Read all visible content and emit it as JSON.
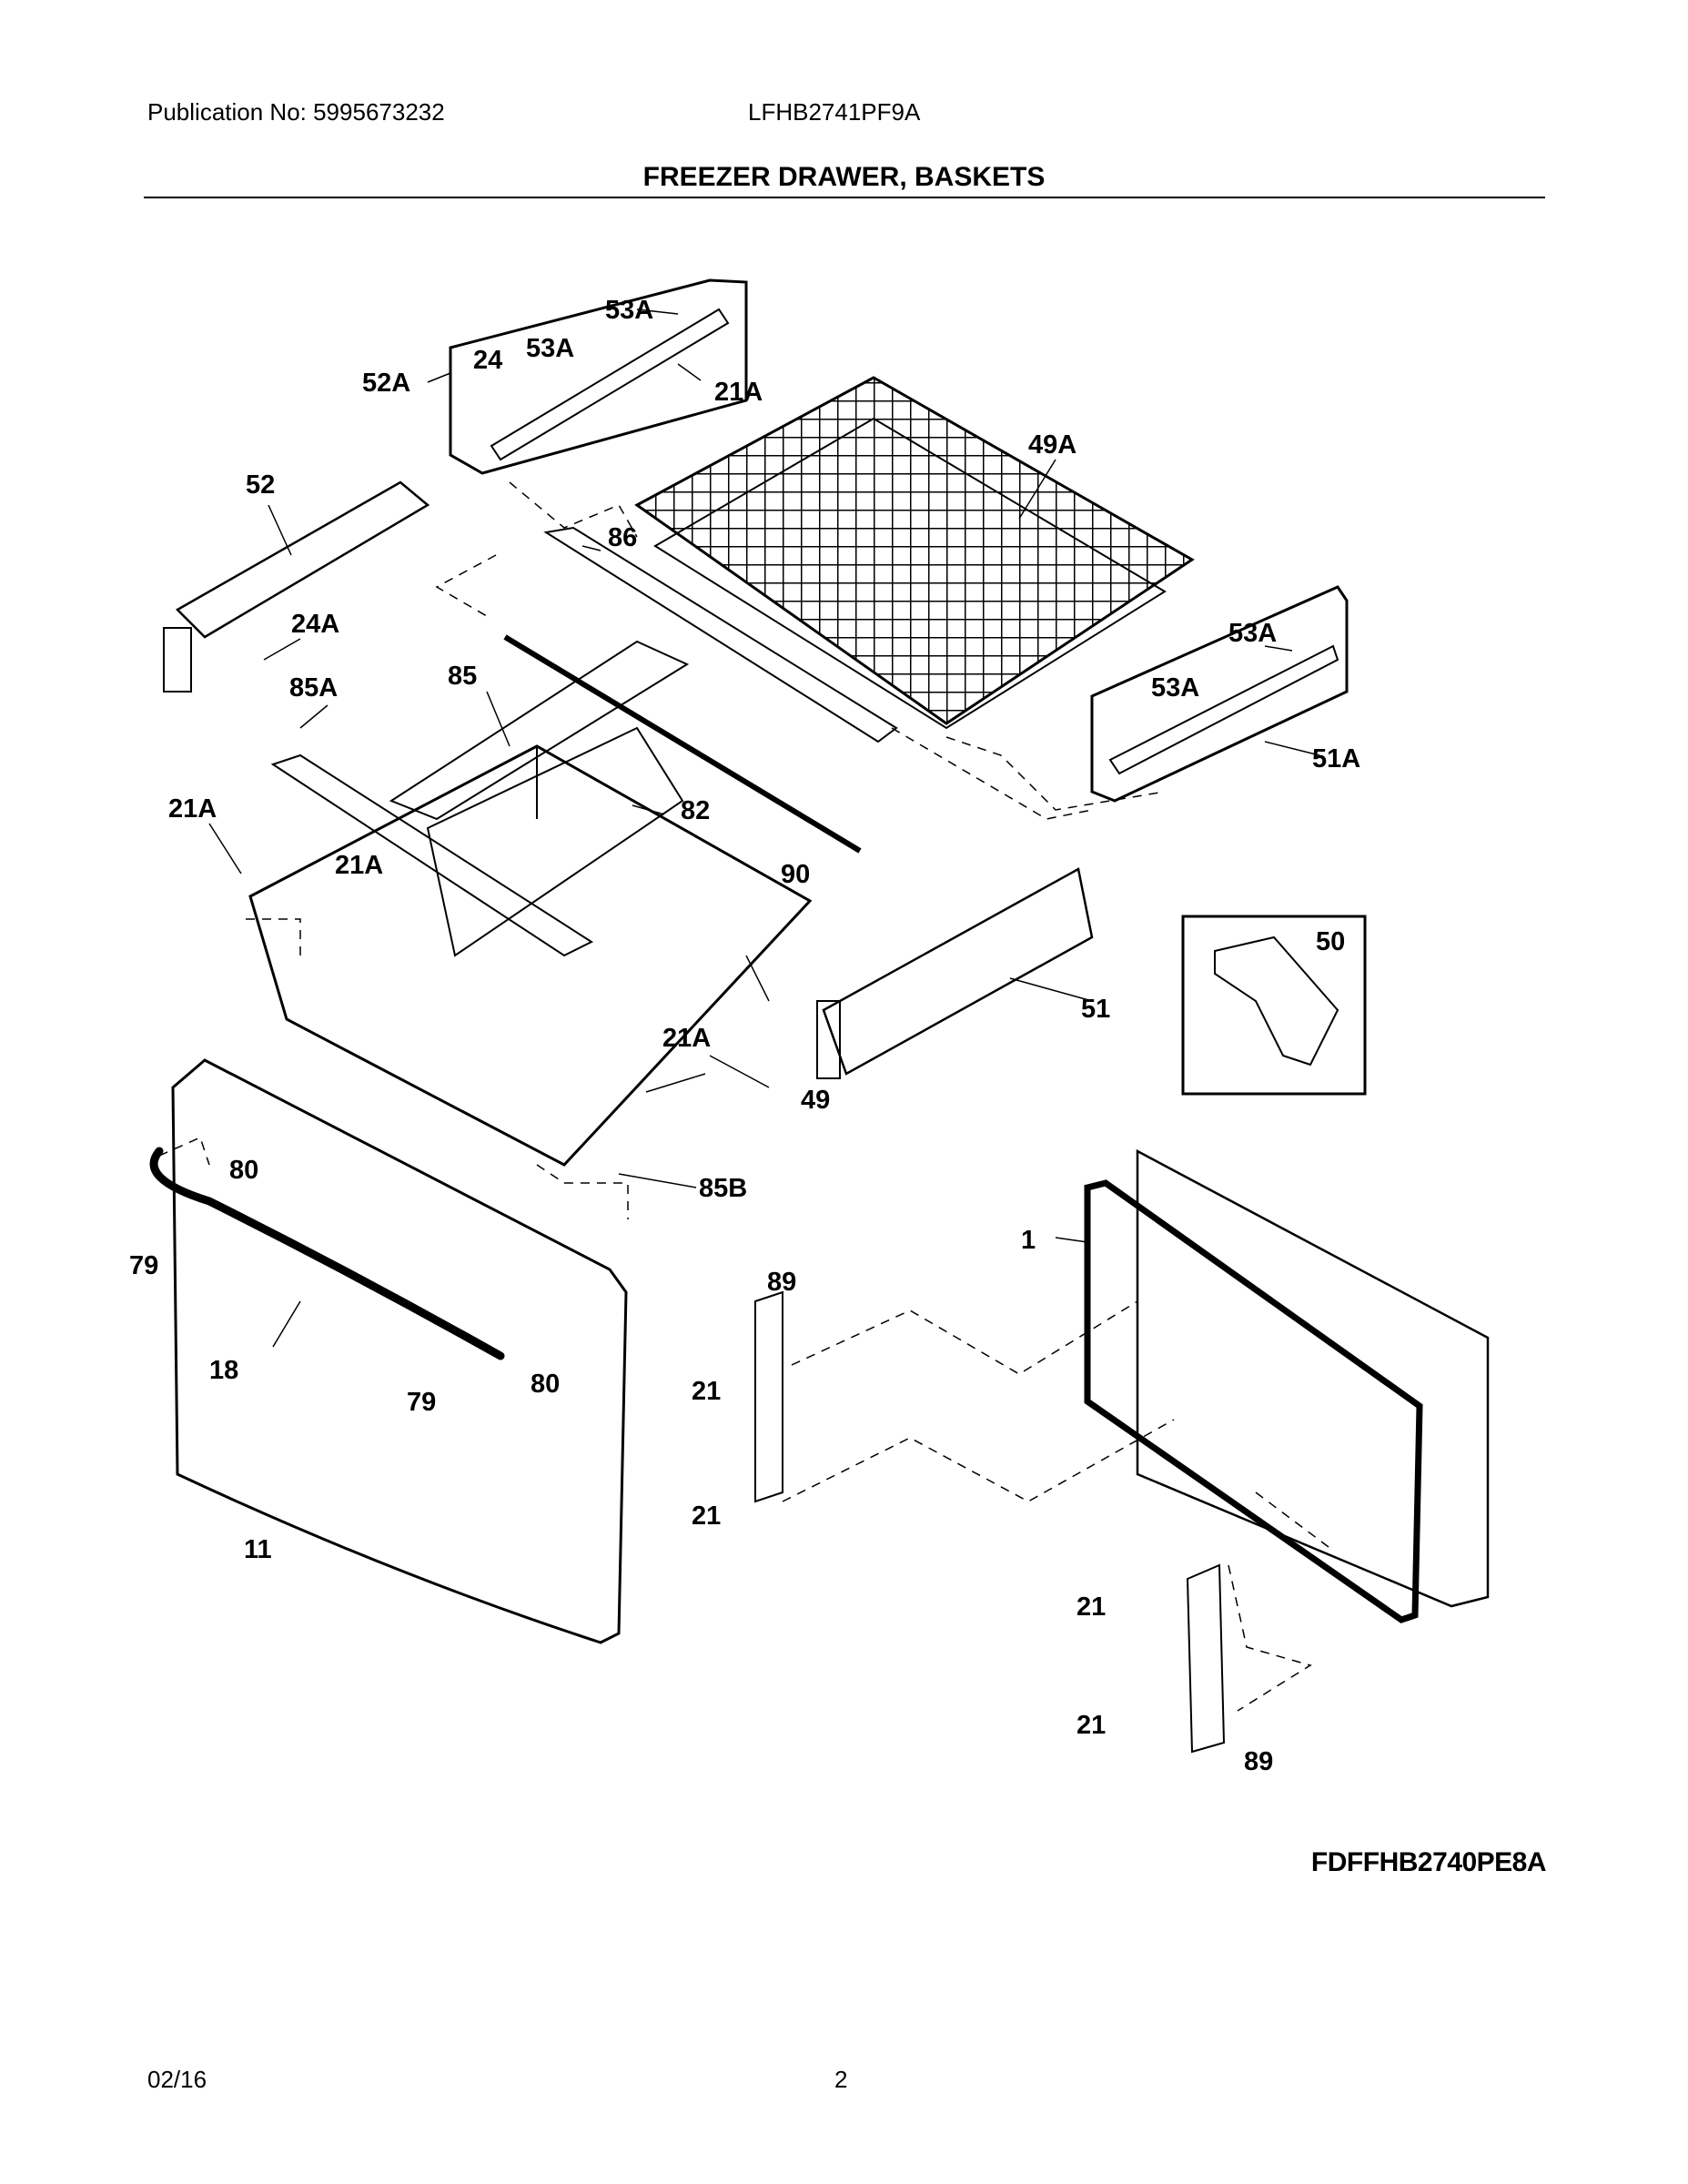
{
  "header": {
    "publication": "Publication No: 5995673232",
    "model": "LFHB2741PF9A",
    "title": "FREEZER DRAWER, BASKETS"
  },
  "diagram": {
    "code": "FDFFHB2740PE8A",
    "callouts": [
      "53A",
      "24",
      "53A",
      "52A",
      "21A",
      "49A",
      "52",
      "86",
      "24A",
      "53A",
      "85A",
      "85",
      "53A",
      "51A",
      "21A",
      "82",
      "21A",
      "90",
      "50",
      "51",
      "21A",
      "49",
      "80",
      "85B",
      "79",
      "89",
      "1",
      "18",
      "21",
      "80",
      "79",
      "21",
      "11",
      "21",
      "21",
      "89"
    ]
  },
  "footer": {
    "date": "02/16",
    "page": "2"
  }
}
